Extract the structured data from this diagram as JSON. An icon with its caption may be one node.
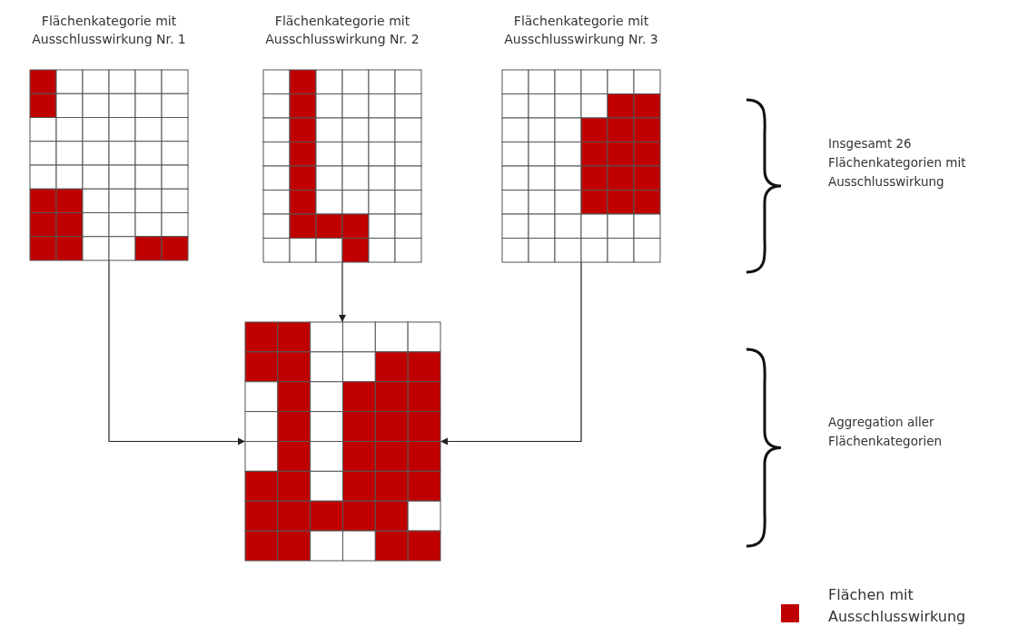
{
  "diagram": {
    "nodes": [
      {
        "text": [
          "Flächenkategorie mit Ausschlusswirkung Nr. 1"
        ]
      },
      {
        "text": [
          "Flächenkategorie mit Ausschlusswirkung Nr. 2"
        ]
      },
      {
        "text": [
          "Flächenkategorie mit Ausschlusswirkung Nr. 3"
        ]
      },
      {
        "text": [],
        "shape": "grid"
      }
    ],
    "edges": [
      {
        "from": 0,
        "to": 3,
        "arrow": "to"
      },
      {
        "from": 1,
        "to": 3,
        "arrow": "to"
      },
      {
        "from": 2,
        "to": 3,
        "arrow": "to"
      }
    ],
    "labels": [
      "Insgesamt 26 Flächenkategorien mit Ausschlusswirkung",
      "Aggregation aller Flächenkategorien"
    ],
    "legend": [
      {
        "text": "Flächen mit Ausschlusswirkung",
        "color": "#c00000"
      }
    ]
  }
}
